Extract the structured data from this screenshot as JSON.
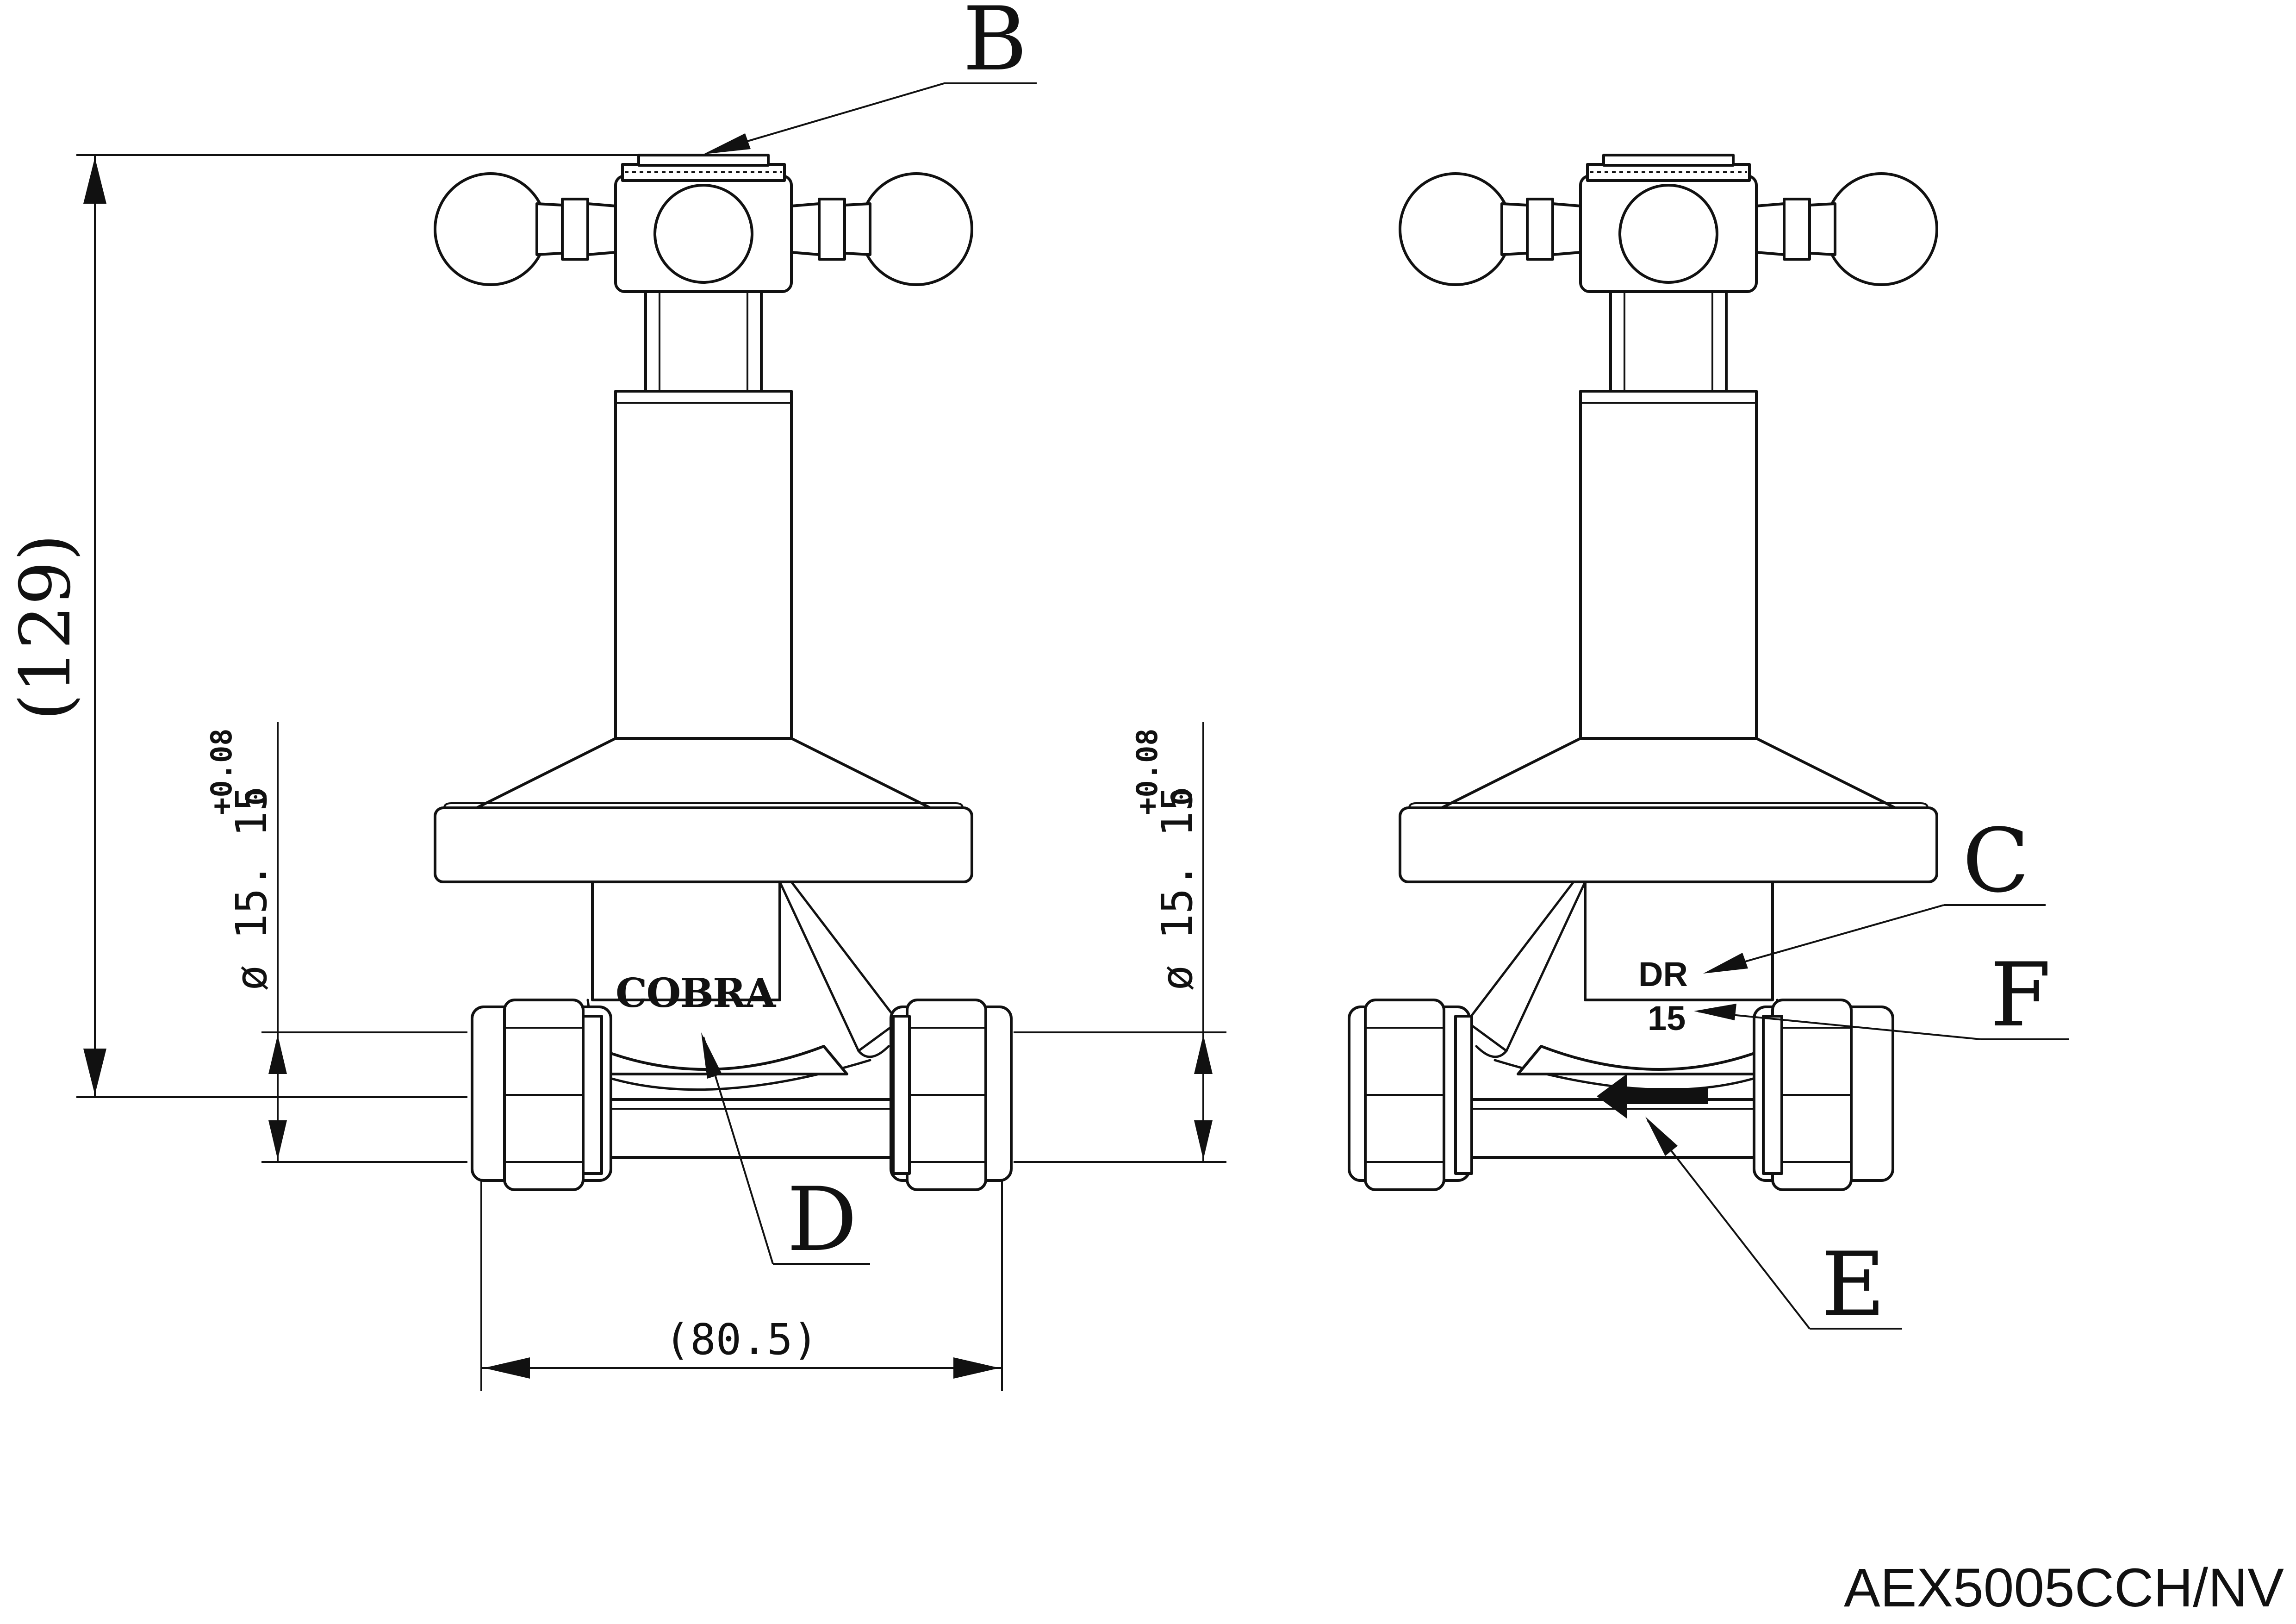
{
  "labels": {
    "B": "B",
    "C": "C",
    "D": "D",
    "E": "E",
    "F": "F"
  },
  "dimensions": {
    "height": "(129)",
    "width": "(80.5)",
    "diameter_left": "ø 15. 15",
    "diameter_right": "ø 15. 15",
    "tolerance_upper": "+0.08",
    "tolerance_lower": "0"
  },
  "markings": {
    "brand": "COBRA",
    "dr": "DR",
    "size": "15"
  },
  "part_number": "AEX5005CCH/NV"
}
